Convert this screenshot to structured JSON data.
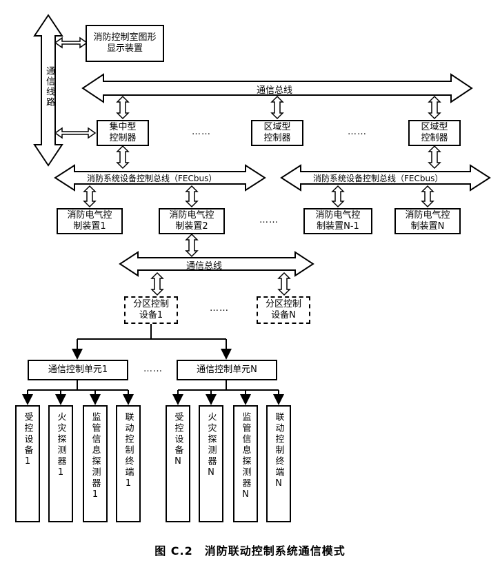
{
  "caption": "图 C.2　消防联动控制系统通信模式",
  "comm_line_label": "通信线路",
  "graphic_display": "消防控制室图形\n显示装置",
  "top_bus_label": "通信总线",
  "centralized_controller": "集中型\n控制器",
  "regional_controller_1": "区域型\n控制器",
  "regional_controller_2": "区域型\n控制器",
  "ellipsis": "……",
  "fecbus_left_label": "消防系统设备控制总线（FECbus）",
  "fecbus_right_label": "消防系统设备控制总线（FECbus）",
  "device_1": "消防电气控\n制装置1",
  "device_2": "消防电气控\n制装置2",
  "device_n1": "消防电气控\n制装置N-1",
  "device_n": "消防电气控\n制装置N",
  "mid_bus_label": "通信总线",
  "zone_1": "分区控制\n设备1",
  "zone_n": "分区控制\n设备N",
  "unit_1": "通信控制单元1",
  "unit_n": "通信控制单元N",
  "leaf_1": [
    "受控设备1",
    "火灾探测器1",
    "监管信息探测器1",
    "联动控制终端1"
  ],
  "leaf_n": [
    "受控设备N",
    "火灾探测器N",
    "监管信息探测器N",
    "联动控制终端N"
  ]
}
